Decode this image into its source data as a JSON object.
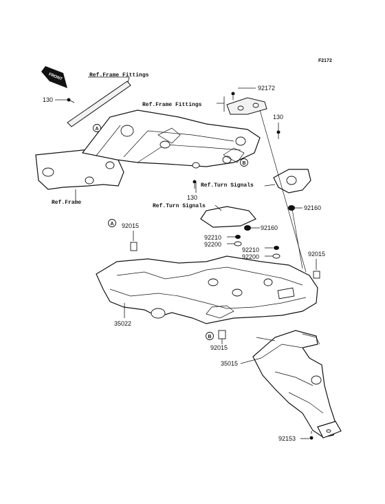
{
  "diagram_code": "F2172",
  "front_label": "FRONT",
  "callout_letters": {
    "a": "A",
    "b": "B"
  },
  "reference_labels": {
    "frame_fittings_top": "Ref.Frame Fittings",
    "frame_fittings_right": "Ref.Frame Fittings",
    "turn_signals_upper": "Ref.Turn Signals",
    "turn_signals_lower": "Ref.Turn Signals",
    "frame": "Ref.Frame"
  },
  "part_numbers": {
    "p92172": "92172",
    "p130_left": "130",
    "p130_right": "130",
    "p130_lower": "130",
    "p92160_upper": "92160",
    "p92160_lower": "92160",
    "p92015_left": "92015",
    "p92015_right": "92015",
    "p92015_bottom": "92015",
    "p92210_left": "92210",
    "p92200_left": "92200",
    "p92210_right": "92210",
    "p92200_right": "92200",
    "p35022": "35022",
    "p35015": "35015",
    "p92153": "92153"
  }
}
